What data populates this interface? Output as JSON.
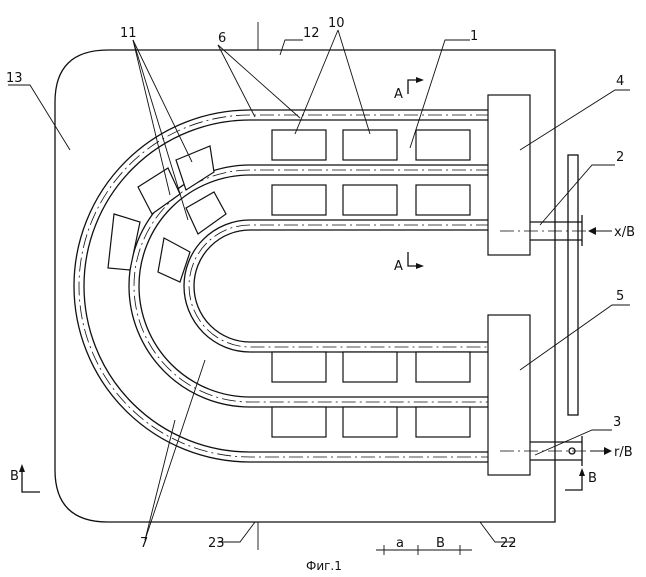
{
  "labels": {
    "l1": "1",
    "l2": "2",
    "l3": "3",
    "l4": "4",
    "l5": "5",
    "l6": "6",
    "l7": "7",
    "l10": "10",
    "l11": "11",
    "l12": "12",
    "l13": "13",
    "l22": "22",
    "l23": "23"
  },
  "section_marks": {
    "a_top": "A",
    "a_bottom": "A",
    "b_left": "B",
    "b_right": "B"
  },
  "flow": {
    "inlet": "x/B",
    "outlet": "r/B"
  },
  "dimensions": {
    "a": "a",
    "b": "B"
  },
  "caption": "Фиг.1"
}
